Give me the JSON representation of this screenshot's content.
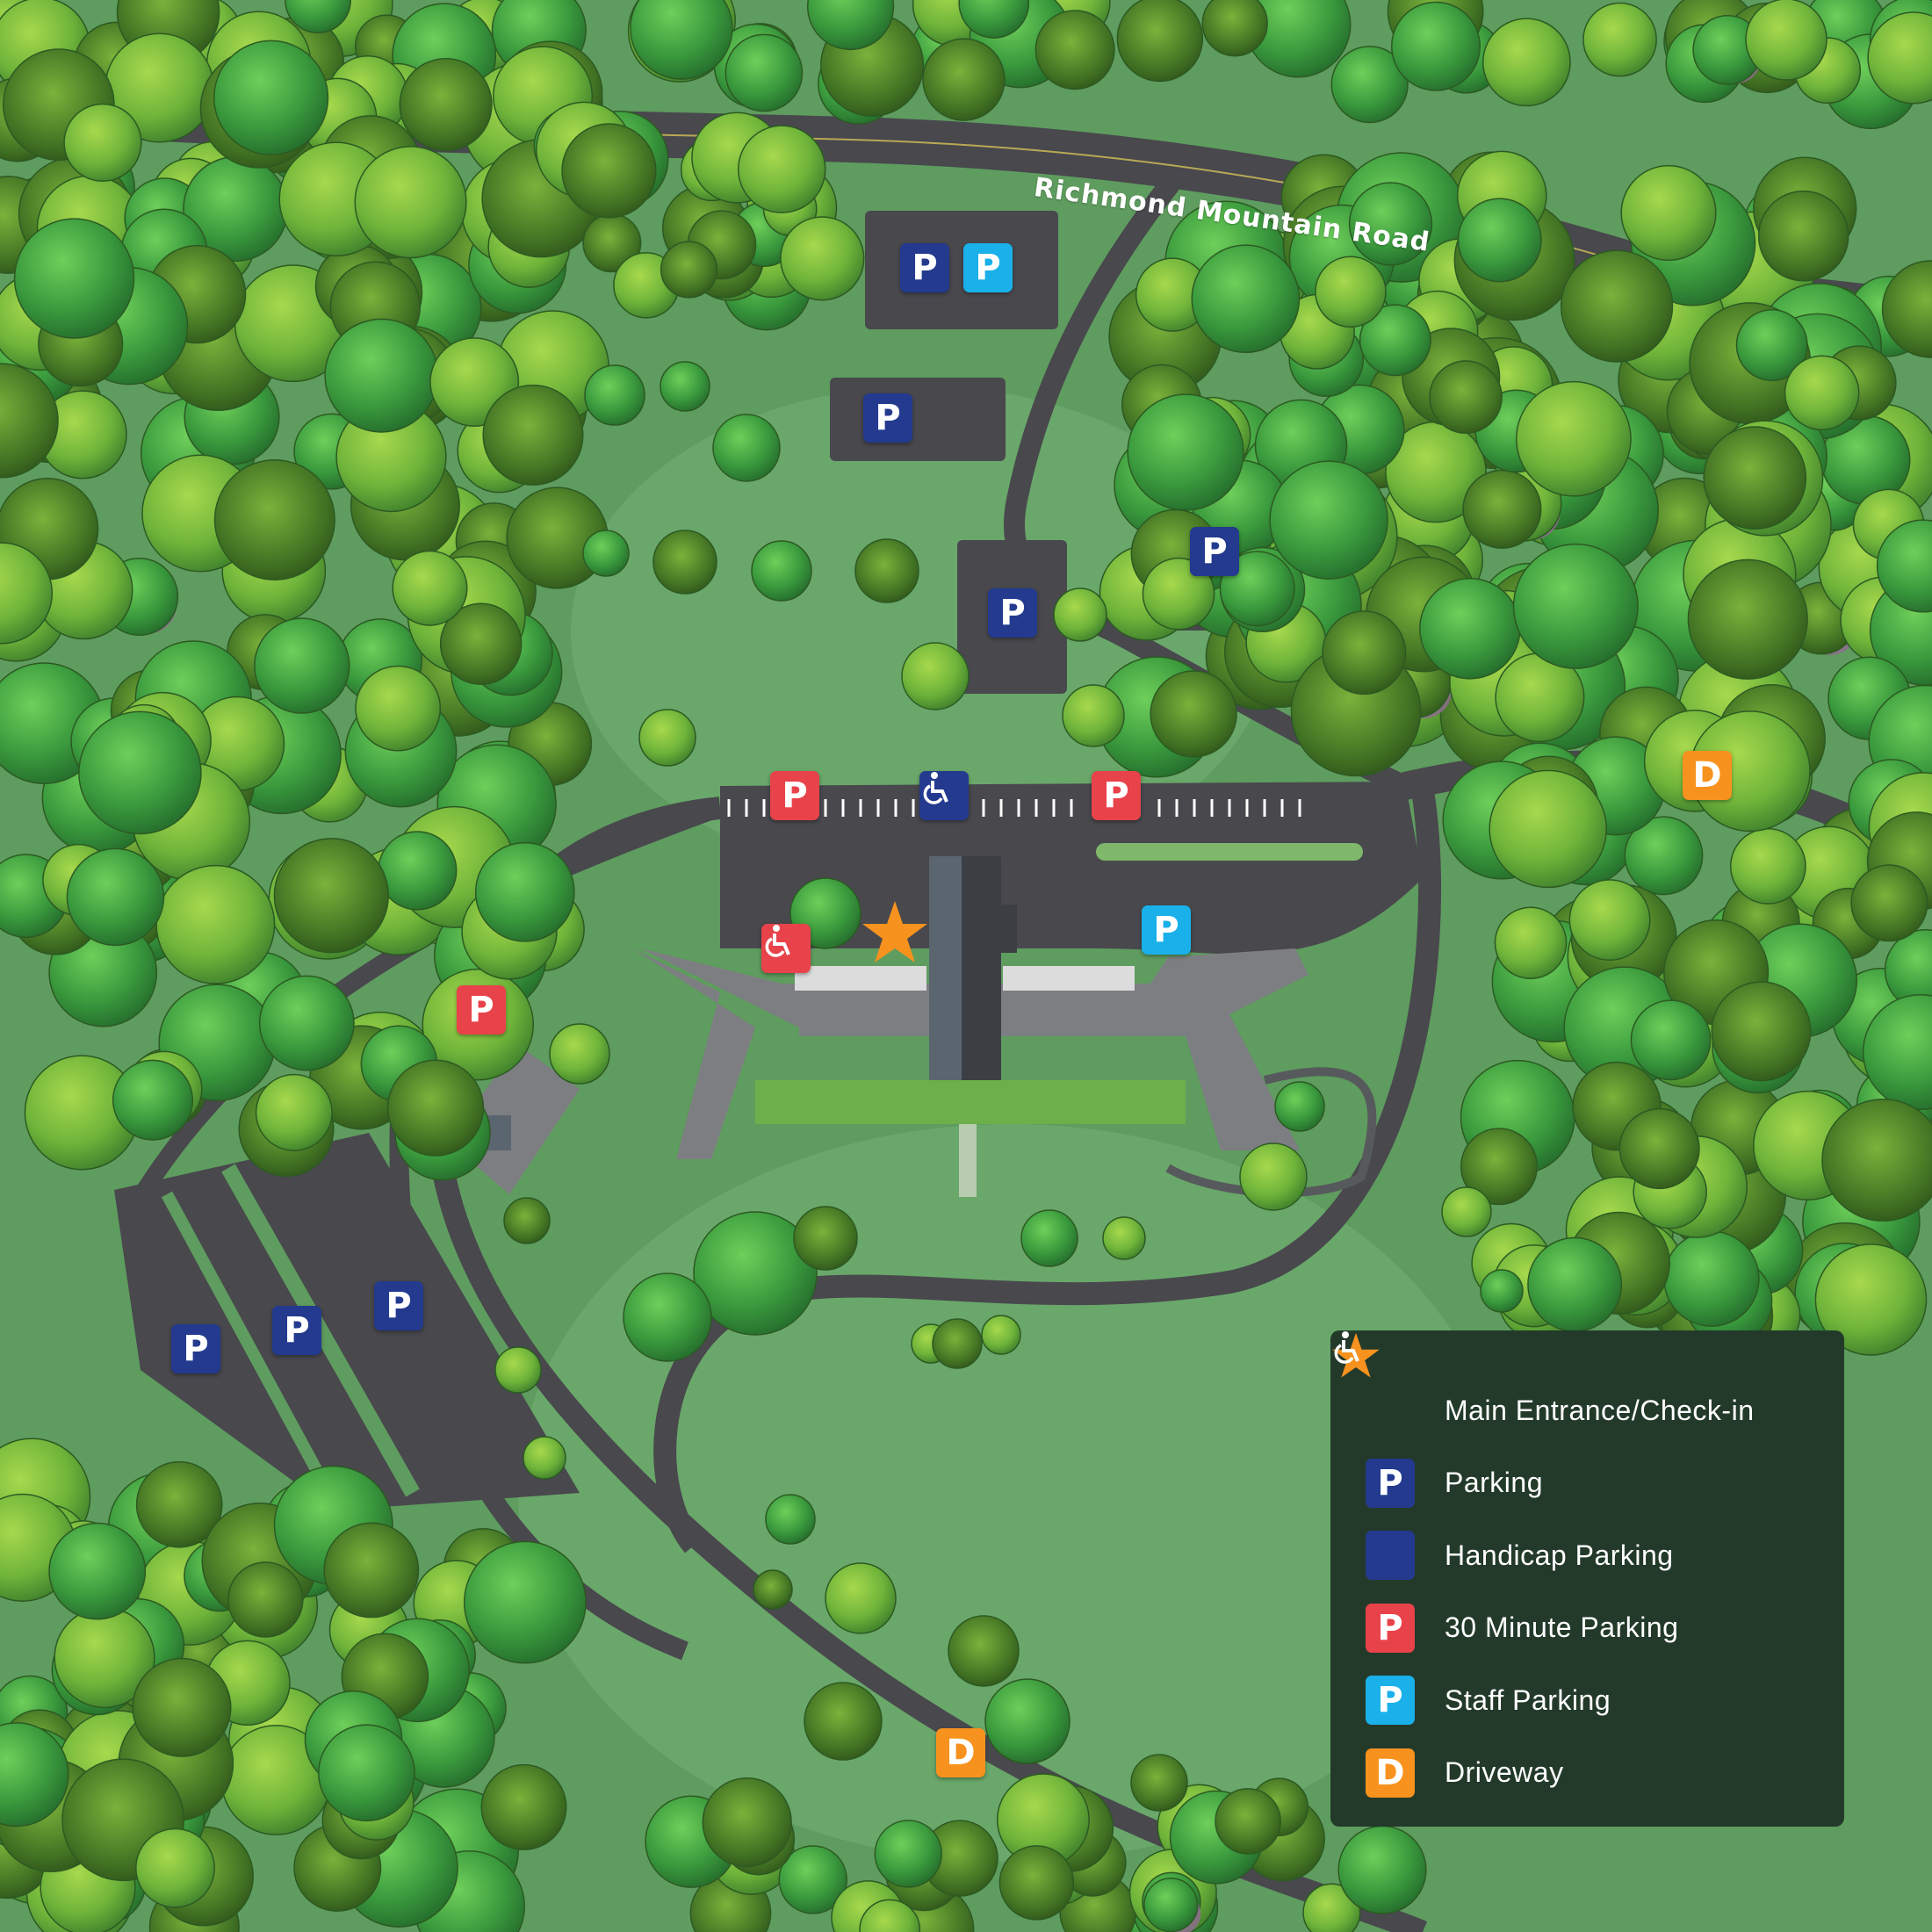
{
  "road_label": "Richmond Mountain Road",
  "colors": {
    "parking": "#233a8f",
    "handicap": "#233a8f",
    "thirty_minute": "#e8424a",
    "staff": "#1ab0ea",
    "driveway": "#f7921e",
    "main_entrance": "#f7921e",
    "legend_bg": "#233a2b",
    "grass": "#5f9c5f",
    "road": "#48484d"
  },
  "markers": {
    "parking_letter": "P",
    "driveway_letter": "D"
  },
  "legend": [
    {
      "icon": "star-icon",
      "label": "Main Entrance/Check-in"
    },
    {
      "icon": "parking-icon",
      "label": "Parking",
      "letter": "P"
    },
    {
      "icon": "handicap-icon",
      "label": "Handicap Parking"
    },
    {
      "icon": "thirty-minute-parking-icon",
      "label": "30 Minute Parking",
      "letter": "P"
    },
    {
      "icon": "staff-parking-icon",
      "label": "Staff Parking",
      "letter": "P"
    },
    {
      "icon": "driveway-icon",
      "label": "Driveway",
      "letter": "D"
    }
  ]
}
